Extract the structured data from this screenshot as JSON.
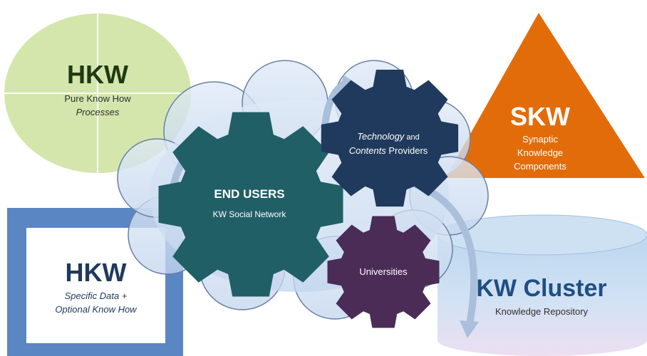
{
  "hkw_circle": {
    "title": "HKW",
    "line1": "Pure Know How",
    "line2": "Processes"
  },
  "skw_triangle": {
    "title": "SKW",
    "line1": "Synaptic",
    "line2": "Knowledge",
    "line3": "Components"
  },
  "hkw_box": {
    "title": "HKW",
    "line1": "Specific Data +",
    "line2": "Optional Know How"
  },
  "kw_cluster": {
    "title": "KW Cluster",
    "subtitle": "Knowledge Repository"
  },
  "gear_end_users": {
    "title": "END USERS",
    "subtitle": "KW Social Network"
  },
  "gear_technology": {
    "line1_italic": "Technology",
    "line1_rest": " and",
    "line2_italic": "Contents",
    "line2_rest": " Providers"
  },
  "gear_universities": {
    "label": "Universities"
  },
  "colors": {
    "hkw_circle": "#d4e6ac",
    "skw_triangle": "#e36c0a",
    "hkw_box_border": "#4f7fbf",
    "cylinder": "#b9d5ee",
    "cloud": "#cbdcf0",
    "gear_end_users": "#215f66",
    "gear_technology": "#1f3a5c",
    "gear_universities": "#4a2c57",
    "arrow": "#a9bfdc"
  }
}
